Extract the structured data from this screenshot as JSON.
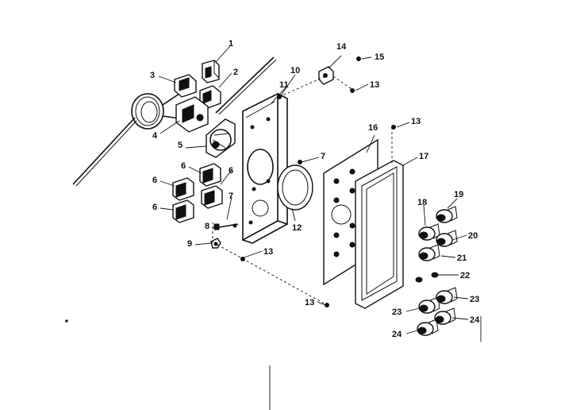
{
  "callouts": {
    "c1": "1",
    "c2": "2",
    "c3": "3",
    "c4": "4",
    "c5": "5",
    "c6a": "6",
    "c6b": "6",
    "c6c": "6",
    "c6d": "6",
    "c7a": "7",
    "c7b": "7",
    "c8": "8",
    "c9": "9",
    "c10": "10",
    "c11": "11",
    "c12": "12",
    "c13a": "13",
    "c13b": "13",
    "c13c": "13",
    "c13d": "13",
    "c14": "14",
    "c15": "15",
    "c16": "16",
    "c17": "17",
    "c18": "18",
    "c19": "19",
    "c20": "20",
    "c21": "21",
    "c22": "22",
    "c23a": "23",
    "c23b": "23",
    "c24a": "24",
    "c24b": "24"
  }
}
